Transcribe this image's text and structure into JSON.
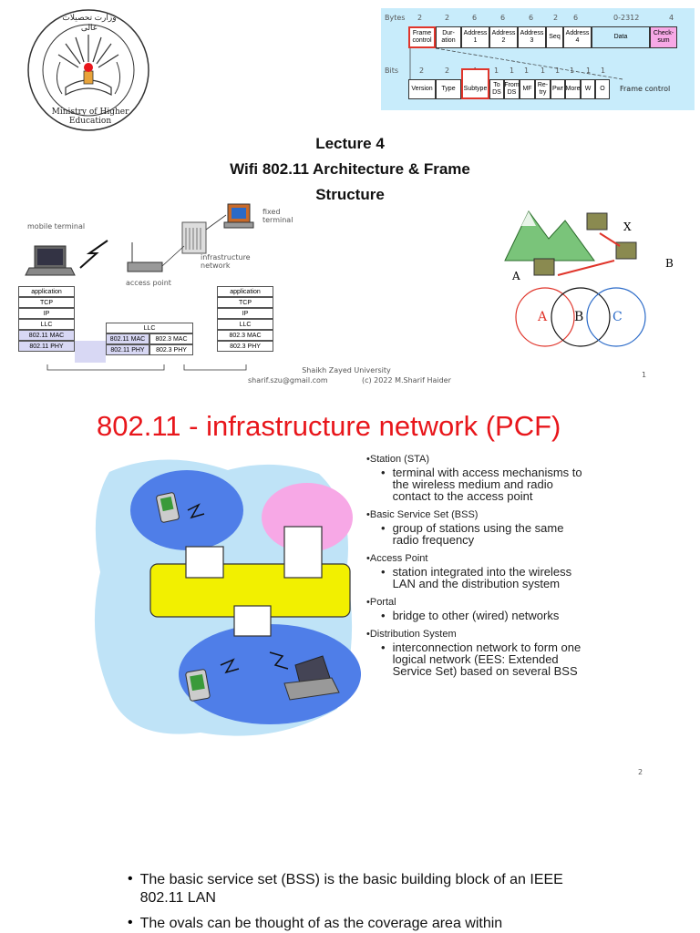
{
  "slide1": {
    "logo_ring_text": "Ministry of Higher Education",
    "logo_arabic_text": "وزارت تحصیلات عالی",
    "title_line1": "Lecture 4",
    "title_line2": "Wifi 802.11 Architecture & Frame",
    "title_line3": "Structure",
    "frame": {
      "bytes_label": "Bytes",
      "byte_sizes": [
        "2",
        "2",
        "6",
        "6",
        "6",
        "2",
        "6",
        "0-2312",
        "4"
      ],
      "fields": [
        "Frame control",
        "Dur-ation",
        "Address 1",
        "Address 2",
        "Address 3",
        "Seq",
        "Address 4",
        "Data",
        "Check-sum"
      ],
      "bits_label": "Bits",
      "bit_sizes": [
        "2",
        "2",
        "4",
        "1",
        "1",
        "1",
        "1",
        "1",
        "1",
        "1",
        "1"
      ],
      "subfields": [
        "Version",
        "Type",
        "Subtype",
        "To DS",
        "From DS",
        "MF",
        "Re-try",
        "Pwr",
        "More",
        "W",
        "O"
      ],
      "subfields_caption": "Frame control"
    },
    "network": {
      "mobile_terminal": "mobile terminal",
      "fixed_terminal": "fixed terminal",
      "access_point": "access point",
      "infrastructure_network": "infrastructure network",
      "stack_left": [
        "application",
        "TCP",
        "IP",
        "LLC",
        "802.11 MAC",
        "802.11 PHY"
      ],
      "stack_mid_llc": "LLC",
      "stack_mid_left": [
        "802.11 MAC",
        "802.11 PHY"
      ],
      "stack_mid_right": [
        "802.3 MAC",
        "802.3 PHY"
      ],
      "stack_right": [
        "application",
        "TCP",
        "IP",
        "LLC",
        "802.3 MAC",
        "802.3 PHY"
      ]
    },
    "hidden_terminal": {
      "label_x": "X",
      "label_a": "A",
      "label_b": "B",
      "circle_a": "A",
      "circle_b": "B",
      "circle_c": "C"
    },
    "footer_university": "Shaikh Zayed University",
    "footer_email": "sharif.szu@gmail.com",
    "footer_copyright": "(c) 2022 M.Sharif Haider",
    "page_number": "1"
  },
  "slide2": {
    "title": "802.11 - infrastructure network (PCF)",
    "bullets": [
      {
        "head": "•Station (STA)",
        "sub": "terminal with access mechanisms to the wireless medium and radio contact to the access point"
      },
      {
        "head": "•Basic Service Set (BSS)",
        "sub": "group of stations using the same radio frequency"
      },
      {
        "head": "•Access Point",
        "sub": "station integrated into the wireless LAN and the distribution system"
      },
      {
        "head": "•Portal",
        "sub": "bridge to other (wired) networks"
      },
      {
        "head": "•Distribution System",
        "sub": "interconnection network to form one logical network (EES: Extended Service Set) based on several BSS"
      }
    ],
    "page_number": "2"
  },
  "slide3": {
    "bullets": [
      "The basic service set (BSS) is the basic building block of an IEEE 802.11 LAN",
      "The ovals can be thought of as the coverage area within"
    ]
  },
  "colors": {
    "title_red": "#e8161b",
    "bss_blue": "#4f7ee8",
    "cloud_blue": "#bfe3f7",
    "ds_yellow": "#f2f000",
    "pink": "#f7a8e6",
    "frame_bg": "#c8ecfb",
    "highlight_red": "#e0352b"
  }
}
